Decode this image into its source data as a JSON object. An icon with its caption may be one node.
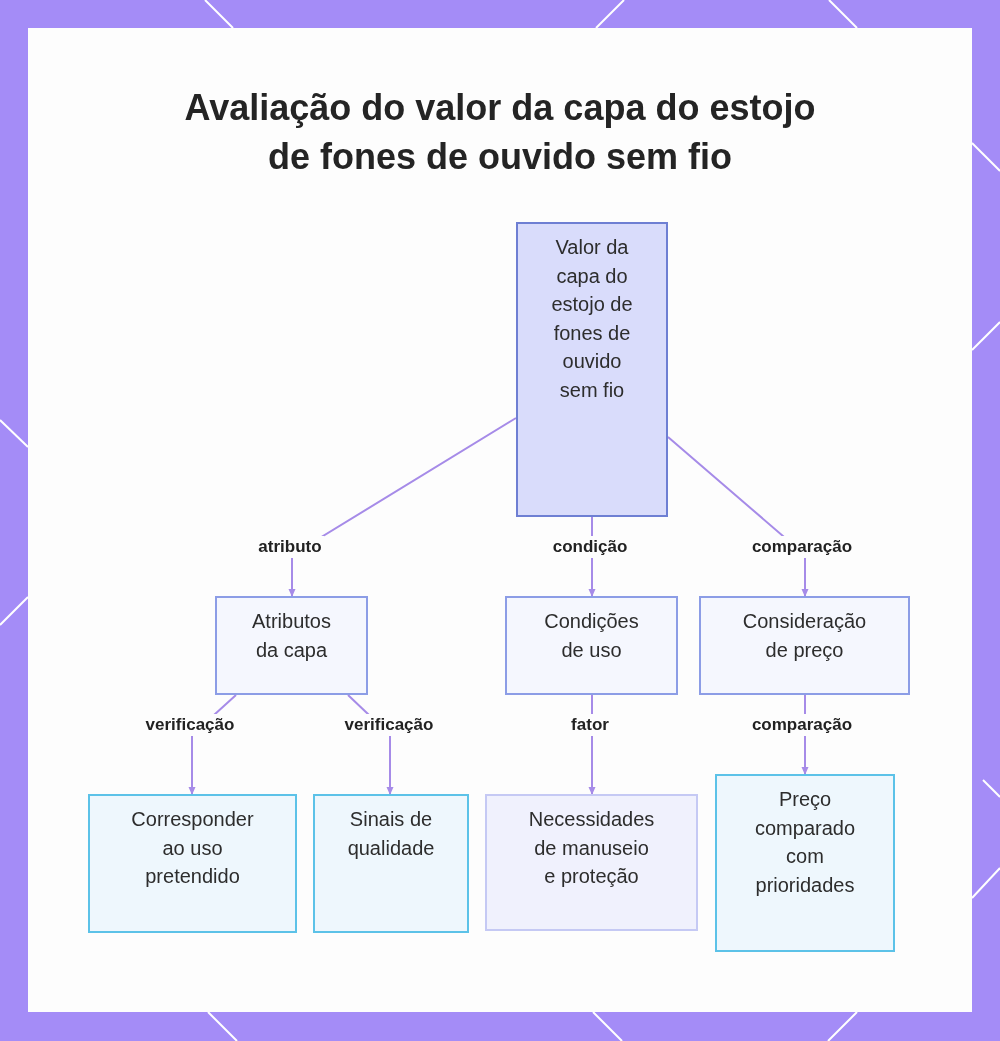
{
  "diagram": {
    "title": "Avaliação do valor da capa do estojo de fones de ouvido sem fio",
    "nodes": [
      {
        "text": [
          "Valor da capa do estojo de fones de ouvido sem fio"
        ]
      },
      {
        "text": [
          "Atributos da capa"
        ]
      },
      {
        "text": [
          "Condições de uso"
        ]
      },
      {
        "text": [
          "Consideração de preço"
        ]
      },
      {
        "text": [
          "Corresponder ao uso pretendido"
        ]
      },
      {
        "text": [
          "Sinais de qualidade"
        ]
      },
      {
        "text": [
          "Necessidades de manuseio e proteção"
        ]
      },
      {
        "text": [
          "Preço comparado com prioridades"
        ]
      }
    ],
    "edges": [
      {
        "from": 0,
        "to": 1,
        "arrow": "to",
        "label": "atributo"
      },
      {
        "from": 0,
        "to": 2,
        "arrow": "to",
        "label": "condição"
      },
      {
        "from": 0,
        "to": 3,
        "arrow": "to",
        "label": "comparação"
      },
      {
        "from": 1,
        "to": 4,
        "arrow": "to",
        "label": "verificação"
      },
      {
        "from": 1,
        "to": 5,
        "arrow": "to",
        "label": "verificação"
      },
      {
        "from": 2,
        "to": 6,
        "arrow": "to",
        "label": "fator"
      },
      {
        "from": 3,
        "to": 7,
        "arrow": "to",
        "label": "comparação"
      }
    ]
  }
}
